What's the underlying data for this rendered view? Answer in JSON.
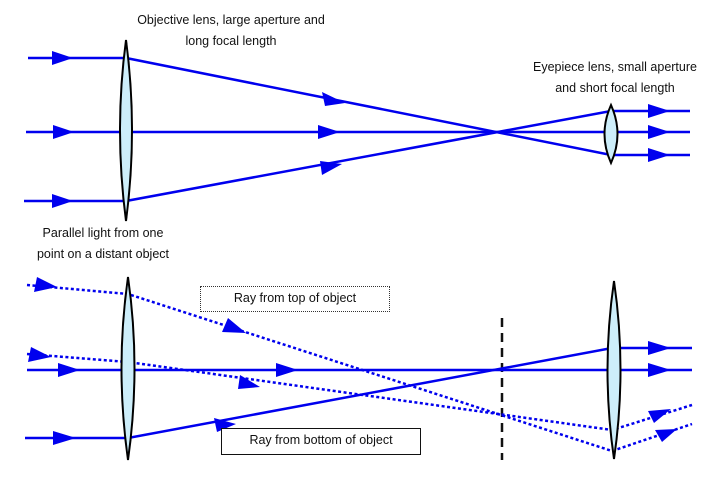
{
  "title": "Refracting telescope ray diagram",
  "colors": {
    "ray": "#0000ee",
    "lens_fill": "#cdeefa",
    "lens_stroke": "#000000",
    "focal_plane": "#111111"
  },
  "labels": {
    "objective": [
      "Objective lens, large aperture and",
      "long focal length"
    ],
    "eyepiece": [
      "Eyepiece lens, small aperture",
      "and short focal length"
    ],
    "parallel_light": [
      "Parallel light from one",
      "point on a distant object"
    ],
    "top_ray": "Ray from top of object",
    "bottom_ray": "Ray from bottom of object"
  },
  "components": {
    "top_diagram": {
      "objective_lens": "objective-lens",
      "eyepiece_lens": "eyepiece-lens",
      "rays": [
        "upper-parallel-ray",
        "axial-ray",
        "lower-parallel-ray"
      ],
      "ray_style": "solid"
    },
    "bottom_diagram": {
      "objective_lens": "objective-lens",
      "eyepiece_lens": "eyepiece-lens",
      "focal_plane": "dashed-vertical-line",
      "rays": [
        {
          "name": "axial-ray",
          "style": "solid"
        },
        {
          "name": "off-axis-ray",
          "style": "solid"
        },
        {
          "name": "top-of-object-ray-1",
          "style": "dotted"
        },
        {
          "name": "top-of-object-ray-2",
          "style": "dotted"
        }
      ]
    }
  }
}
